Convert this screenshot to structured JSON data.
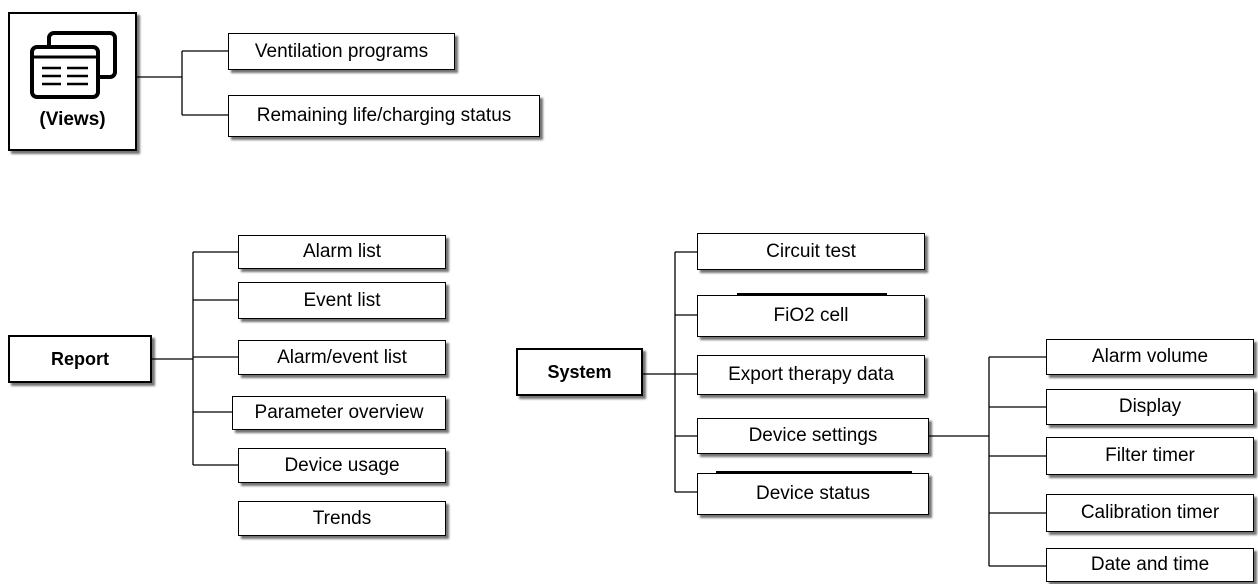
{
  "views": {
    "label": "(Views)",
    "icon": "views-windows-icon",
    "items": [
      "Ventilation programs",
      "Remaining life/charging status"
    ]
  },
  "report": {
    "label": "Report",
    "items": [
      "Alarm list",
      "Event list",
      "Alarm/event list",
      "Parameter overview",
      "Device usage",
      "Trends"
    ]
  },
  "system": {
    "label": "System",
    "items": [
      "Circuit test",
      "FiO2 cell",
      "Export therapy data",
      "Device settings",
      "Device status"
    ],
    "device_settings_items": [
      "Alarm volume",
      "Display",
      "Filter timer",
      "Calibration timer",
      "Date and time"
    ]
  }
}
